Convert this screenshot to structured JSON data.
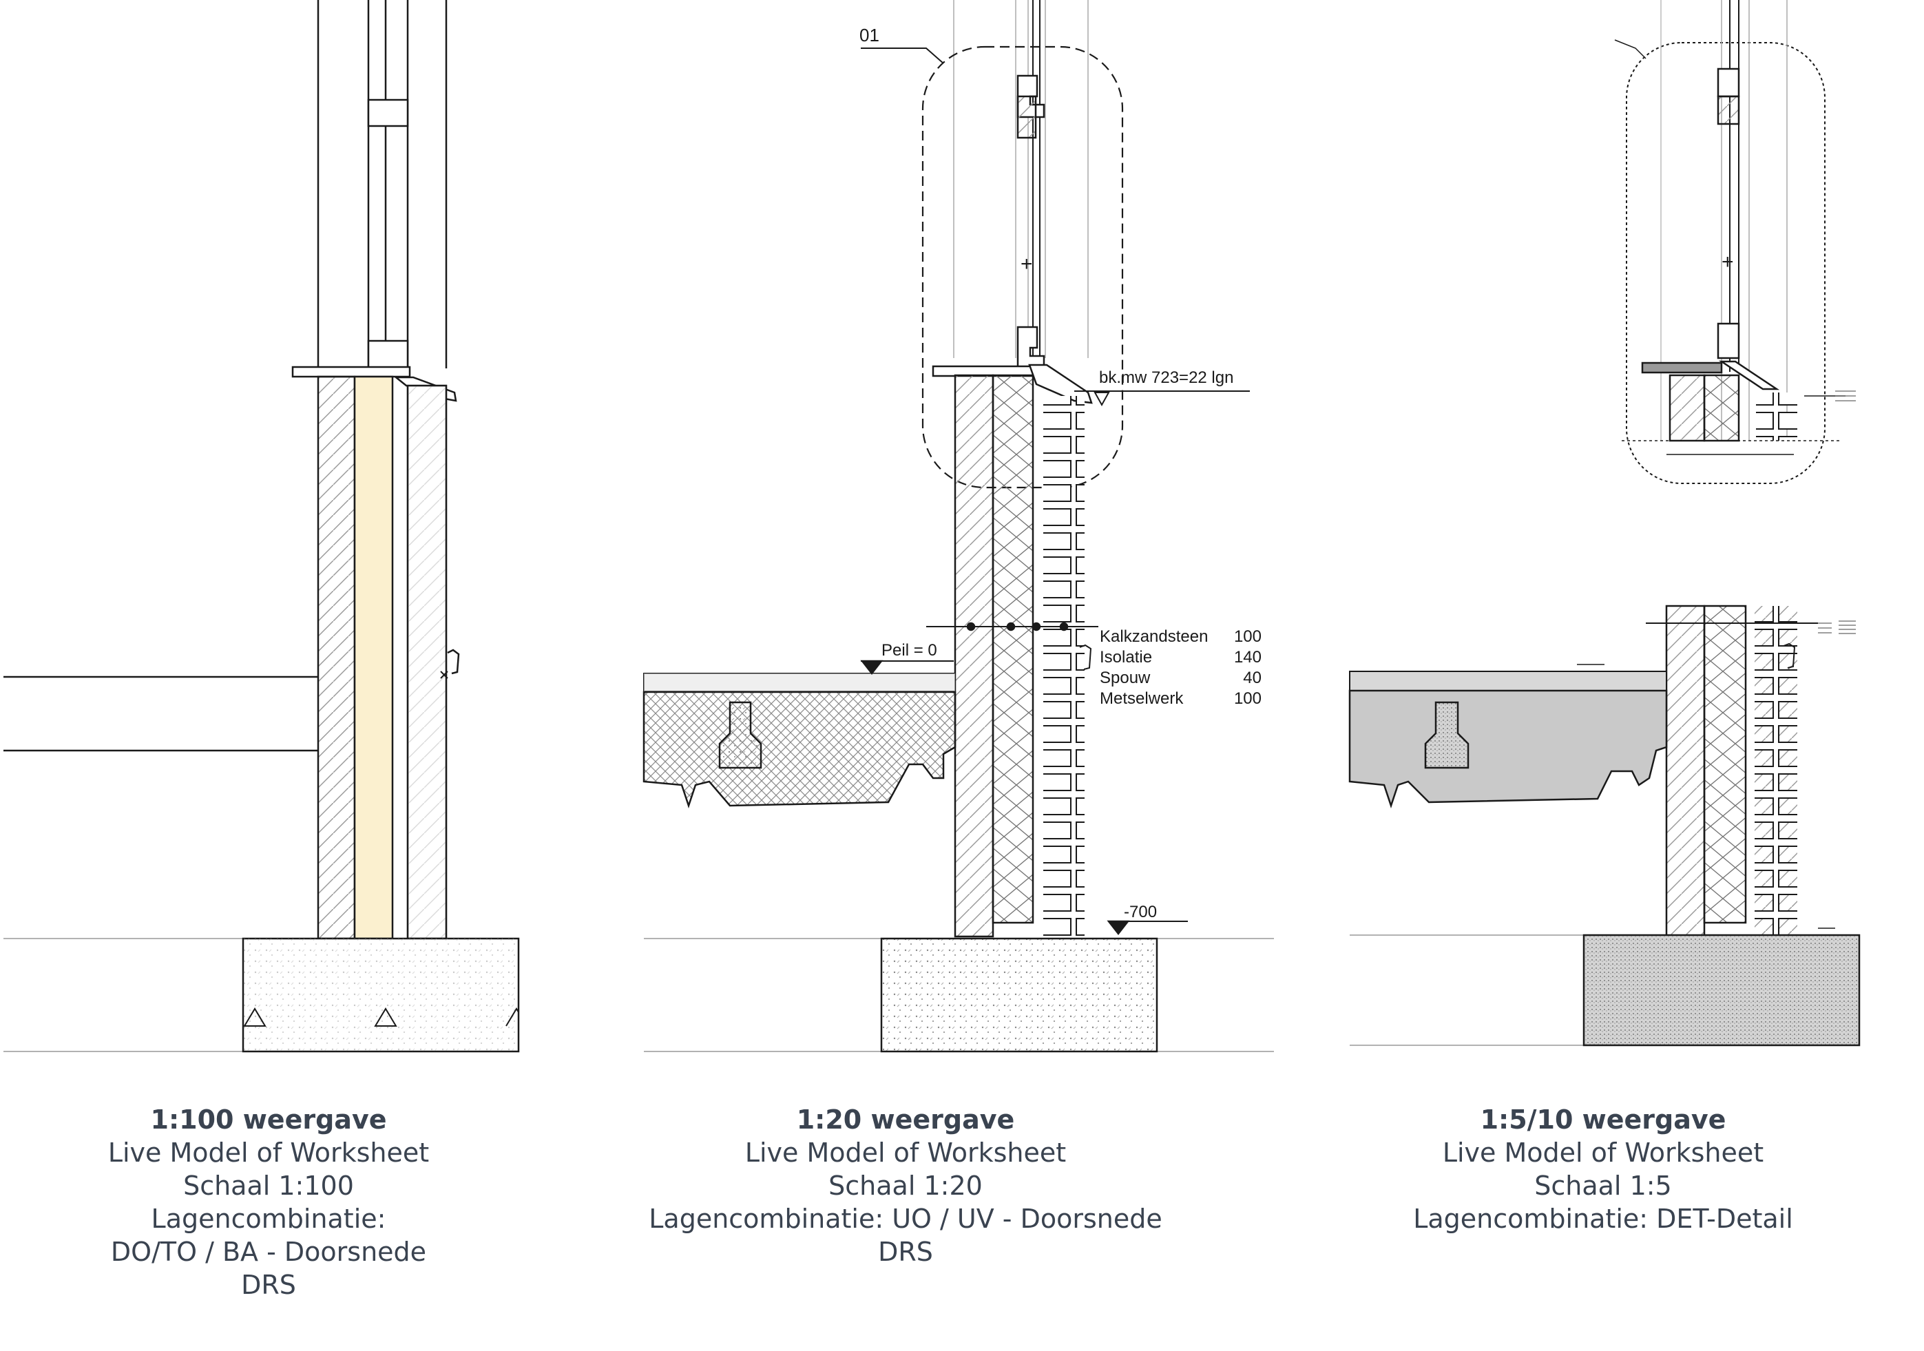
{
  "panels": [
    {
      "title": "1:100 weergave",
      "line1": "Live Model of Worksheet",
      "line2": "Schaal 1:100",
      "line3": "Lagencombinatie: DO/TO / BA - Doorsnede DRS"
    },
    {
      "title": "1:20 weergave",
      "line1": "Live Model of Worksheet",
      "line2": "Schaal 1:20",
      "line3": "Lagencombinatie: UO / UV - Doorsnede DRS",
      "callout": "01",
      "sill_note": "bk.mw 723=22 lgn",
      "peil_label": "Peil = 0",
      "foundation_level": "-700",
      "layers": [
        {
          "name": "Kalkzandsteen",
          "value": "100"
        },
        {
          "name": "Isolatie",
          "value": "140"
        },
        {
          "name": "Spouw",
          "value": "40"
        },
        {
          "name": "Metselwerk",
          "value": "100"
        }
      ]
    },
    {
      "title": "1:5/10 weergave",
      "line1": "Live Model of Worksheet",
      "line2": "Schaal 1:5",
      "line3": "Lagencombinatie: DET-Detail"
    }
  ],
  "colors": {
    "line": "#1a1a1a",
    "insulation_fill": "#fbf0cf",
    "concrete_fill": "#c9c9c9",
    "caption_text": "#3a4350"
  }
}
